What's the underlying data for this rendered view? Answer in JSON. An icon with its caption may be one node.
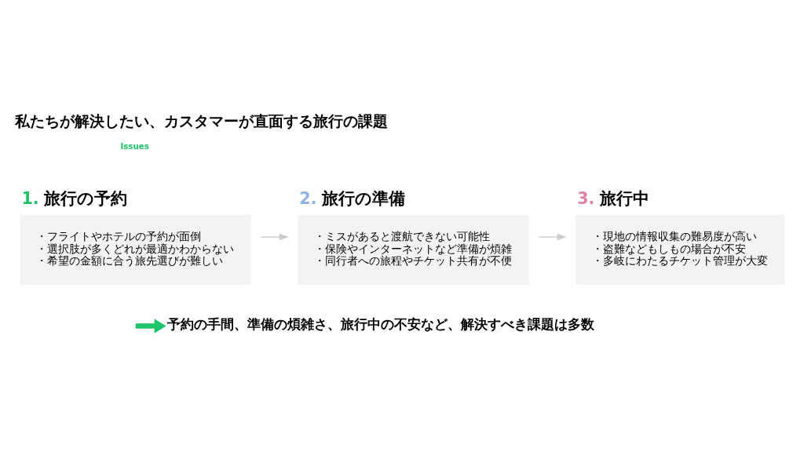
{
  "diagram": {
    "title": "私たちが解決したい、カスタマーが直面する旅行の課題",
    "nodes": [
      {
        "text": [
          "1. 旅行の予約",
          "・フライトやホテルの予約が面倒",
          "・選択肢が多くどれが最適かわからない",
          "・希望の金額に合う旅先選びが難しい"
        ]
      },
      {
        "text": [
          "2. 旅行の準備",
          "・ミスがあると渡航できない可能性",
          "・保険やインターネットなど準備が煩雑",
          "・同行者への旅程やチケット共有が不便"
        ]
      },
      {
        "text": [
          "3. 旅行中",
          "・現地の情報収集の難易度が高い",
          "・盗難などもしもの場合が不安",
          "・多岐にわたるチケット管理が大変"
        ]
      },
      {
        "text": [
          "予約の手間、準備の煩雑さ、旅行中の不安など、解決すべき課題は多数"
        ]
      }
    ],
    "edges": [
      {
        "from": 0,
        "to": 1,
        "arrow": "to"
      },
      {
        "from": 1,
        "to": 2,
        "arrow": "to"
      },
      {
        "from": null,
        "to": 3,
        "arrow": "to",
        "style": "thick",
        "color": "#1fc46a"
      }
    ],
    "labels": [
      "Issues"
    ]
  }
}
